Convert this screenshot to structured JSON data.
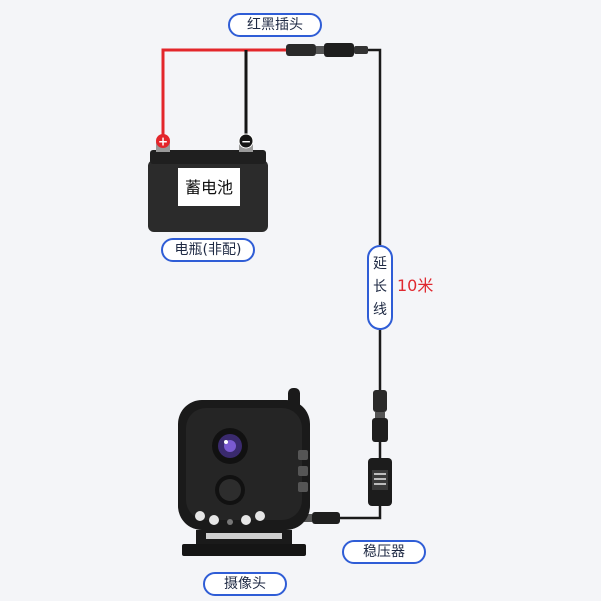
{
  "labels": {
    "plug": "红黑插头",
    "battery_name": "蓄电池",
    "battery_note": "电瓶(非配)",
    "extension_chars": [
      "延",
      "长",
      "线"
    ],
    "length": "10米",
    "regulator": "稳压器",
    "camera": "摄像头",
    "positive_symbol": "+",
    "negative_symbol": "−"
  },
  "colors": {
    "accent_border": "#2f5dd6",
    "positive_wire": "#e3262b",
    "negative_wire": "#151515",
    "length_text": "#e0282f"
  }
}
